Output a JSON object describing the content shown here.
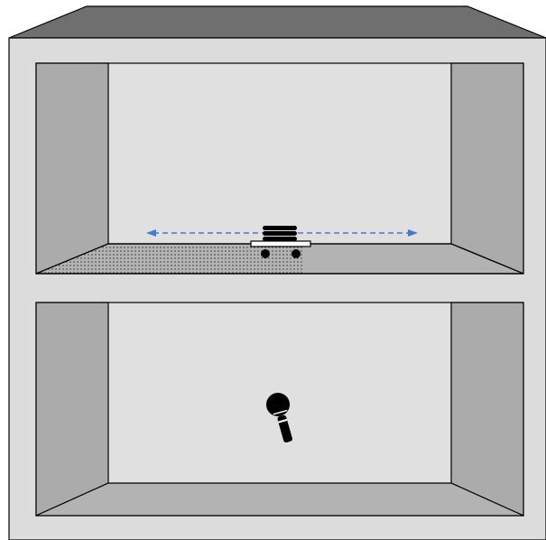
{
  "colors": {
    "background": "#ffffff",
    "cabinet_top": "#6f6f6f",
    "cabinet_face": "#dcdcdc",
    "compartment_back": "#e0e0e0",
    "compartment_side": "#ababab",
    "compartment_floor": "#b3b3b3",
    "compartment_ceiling": "#c8c8c8",
    "outline": "#000000",
    "motion_arrow": "#4a78c8",
    "floor_dots": "#333333",
    "cart_platform": "#ffffff",
    "icon_fill": "#000000",
    "microphone_grille_stripe": "#ffffff"
  },
  "upper_compartment": {
    "motion_arrow": "bidirectional-dashed-arrow",
    "floor_texture": "stippled-dots",
    "object_on_cart": "stacked-disks",
    "cart": "wheeled-cart"
  },
  "lower_compartment": {
    "object": "microphone-icon"
  }
}
